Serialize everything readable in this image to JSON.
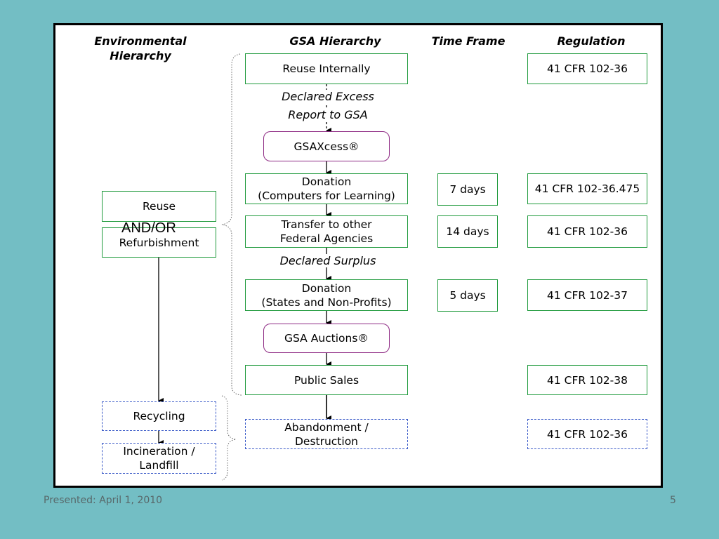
{
  "headers": {
    "environmental": "Environmental\nHierarchy",
    "gsa": "GSA Hierarchy",
    "timeframe": "Time Frame",
    "regulation": "Regulation"
  },
  "gsa_steps": {
    "reuse_internally": "Reuse Internally",
    "gsaxcess": "GSAXcess®",
    "donation_cfl": "Donation\n(Computers for Learning)",
    "transfer": "Transfer to other\nFederal Agencies",
    "donation_states": "Donation\n(States and Non-Profits)",
    "gsa_auctions": "GSA Auctions®",
    "public_sales": "Public Sales",
    "abandonment": "Abandonment /\nDestruction"
  },
  "notes": {
    "declared_excess": "Declared Excess",
    "report_to_gsa": "Report to GSA",
    "declared_surplus": "Declared Surplus"
  },
  "time_frames": {
    "donation_cfl": "7 days",
    "transfer": "14 days",
    "donation_states": "5 days"
  },
  "regulations": {
    "reuse_internally": "41 CFR 102-36",
    "donation_cfl": "41 CFR 102-36.475",
    "transfer": "41 CFR 102-36",
    "donation_states": "41 CFR 102-37",
    "public_sales": "41 CFR 102-38",
    "abandonment": "41 CFR 102-36"
  },
  "environmental": {
    "reuse": "Reuse",
    "and_or": "AND/OR",
    "refurbishment": "Refurbishment",
    "recycling": "Recycling",
    "incineration": "Incineration /\nLandfill"
  },
  "footer": {
    "presented": "Presented: April 1, 2010",
    "page_number": "5"
  },
  "colors": {
    "background": "#73bec4",
    "green_border": "#1f9a3c",
    "purple_border": "#8e2a84",
    "dashed_blue": "#3a5ac8"
  }
}
